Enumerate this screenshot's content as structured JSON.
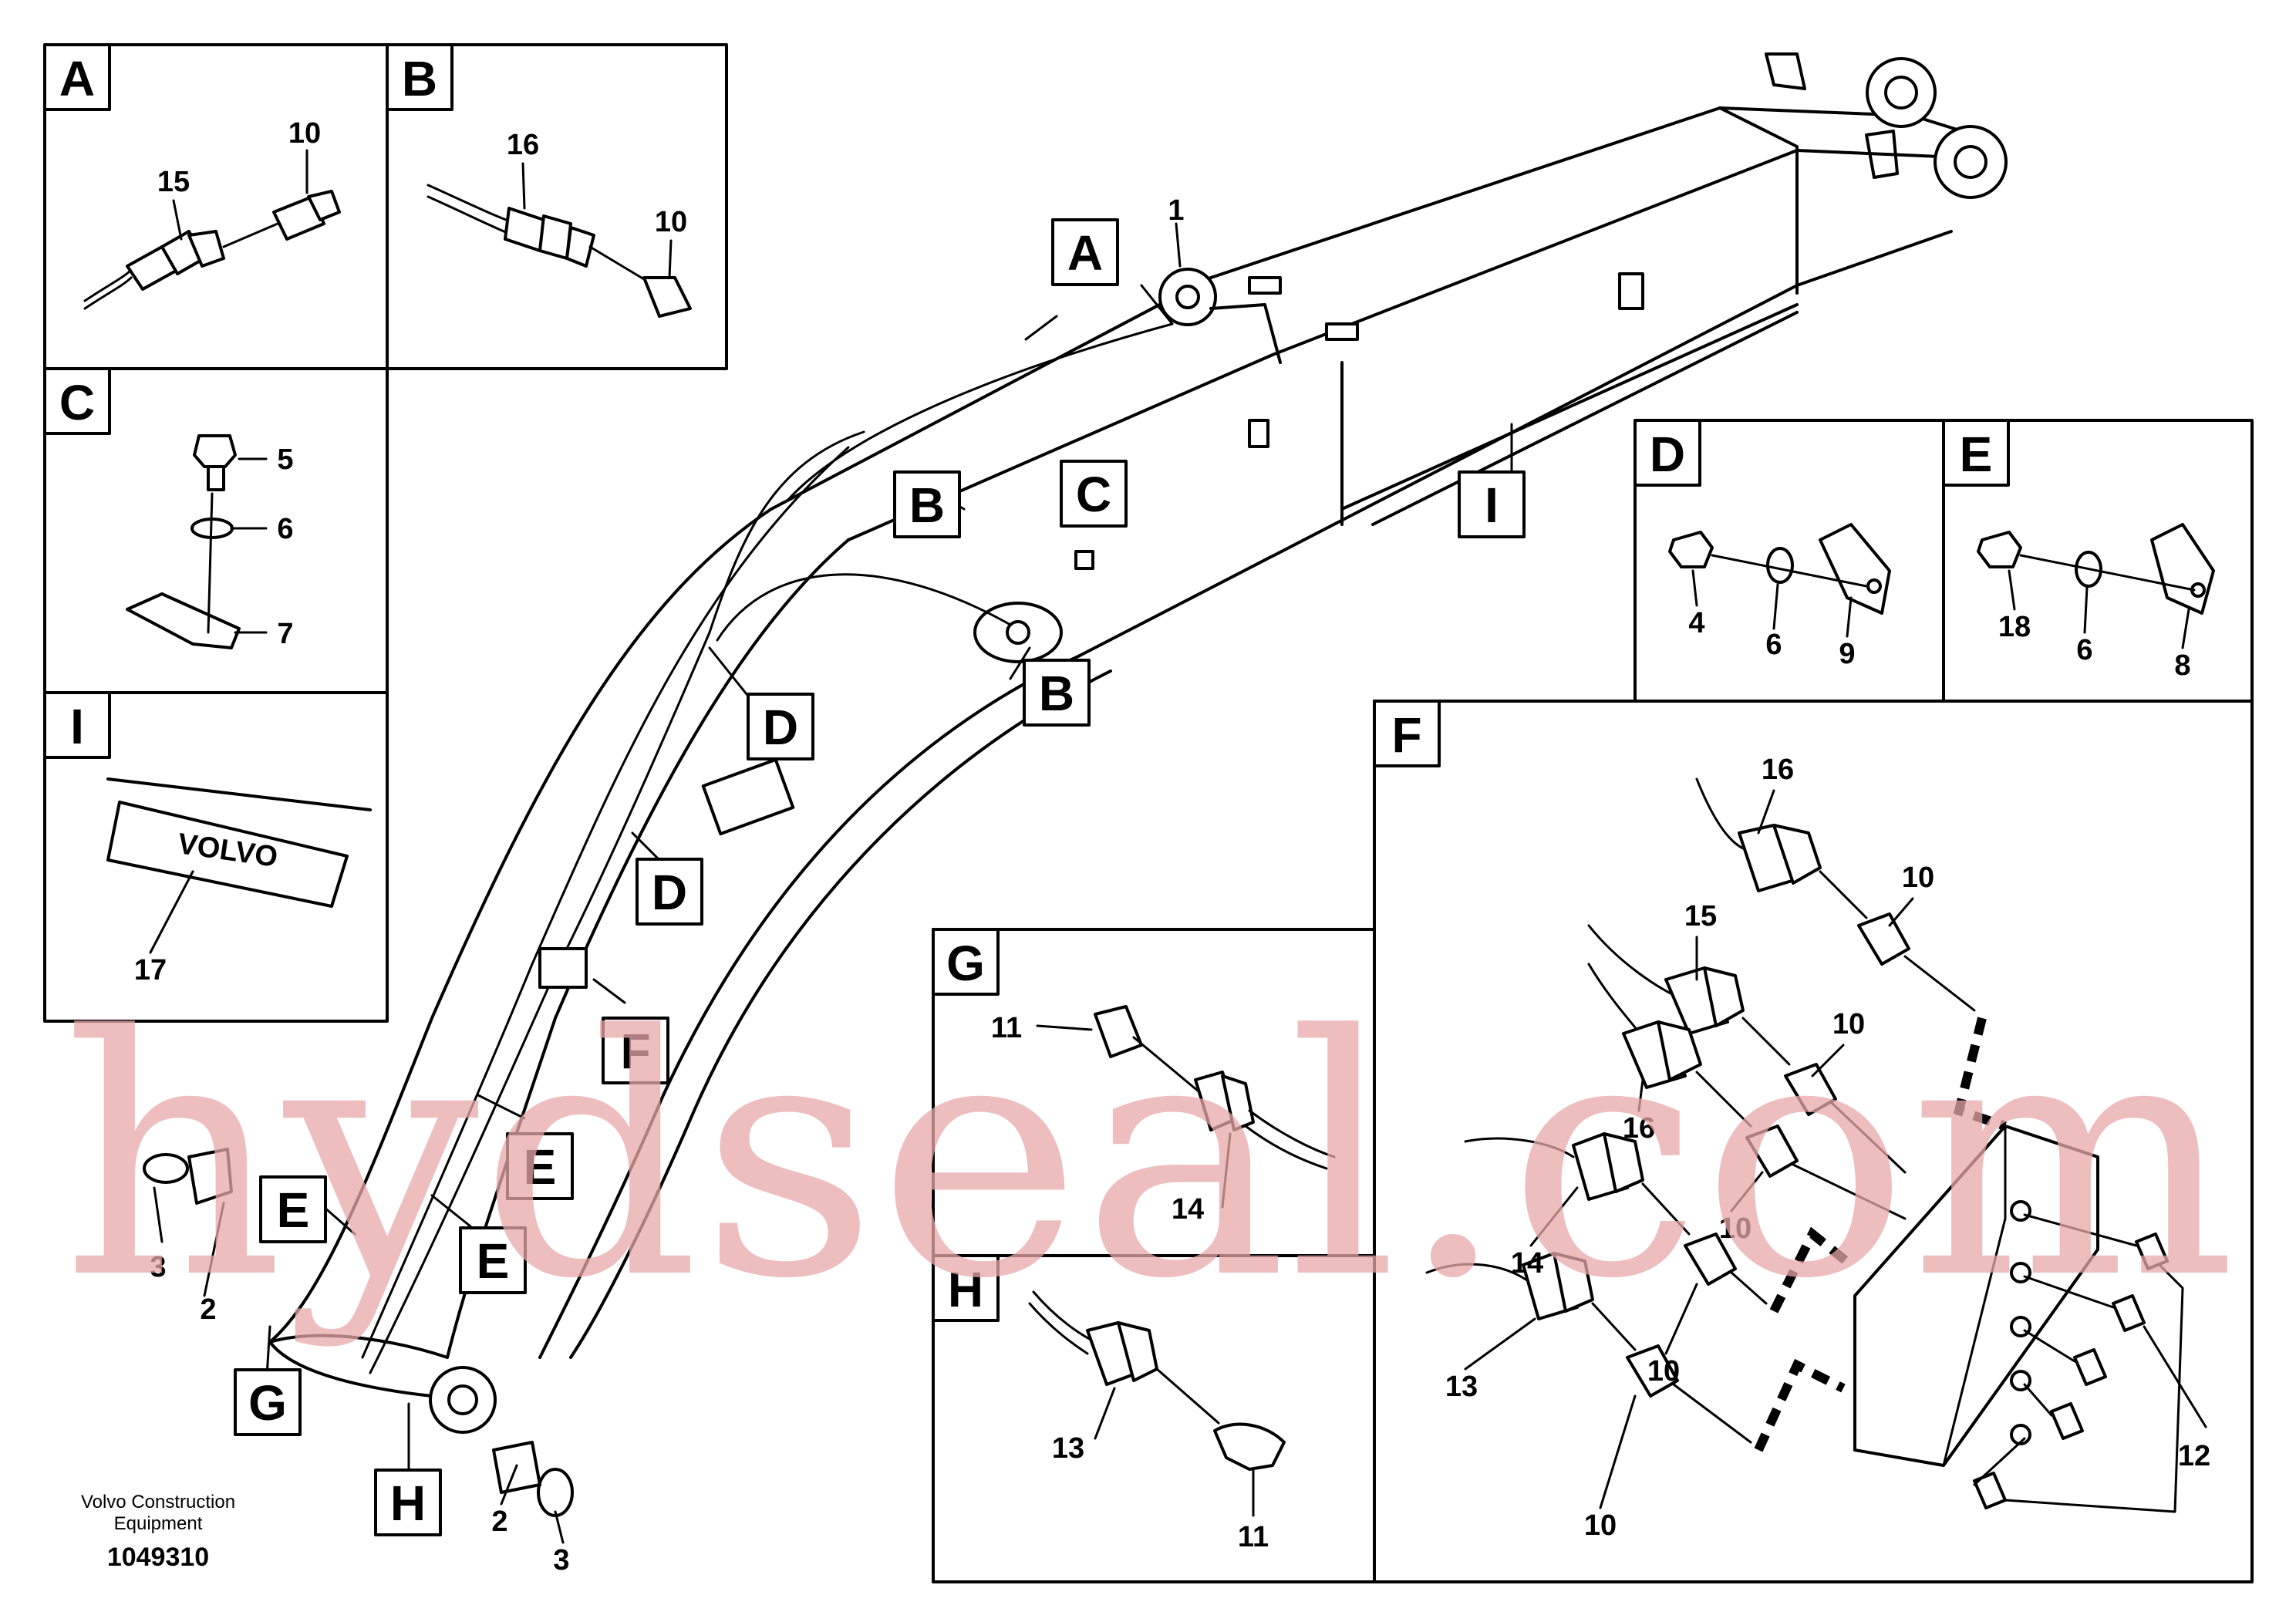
{
  "panels": {
    "A": {
      "letter": "A",
      "callouts": [
        "15",
        "10"
      ]
    },
    "B": {
      "letter": "B",
      "callouts": [
        "16",
        "10"
      ]
    },
    "C": {
      "letter": "C",
      "callouts": [
        "5",
        "6",
        "7"
      ]
    },
    "I": {
      "letter": "I",
      "callouts": [
        "17"
      ],
      "logo_text": "VOLVO"
    },
    "D": {
      "letter": "D",
      "callouts": [
        "4",
        "6",
        "9"
      ]
    },
    "E": {
      "letter": "E",
      "callouts": [
        "18",
        "6",
        "8"
      ]
    },
    "F": {
      "letter": "F",
      "callouts": [
        "16",
        "10",
        "15",
        "10",
        "16",
        "10",
        "14",
        "10",
        "13",
        "10",
        "12"
      ]
    },
    "G": {
      "letter": "G",
      "callouts": [
        "11",
        "14"
      ]
    },
    "H": {
      "letter": "H",
      "callouts": [
        "13",
        "11"
      ]
    }
  },
  "main": {
    "callouts": [
      "1",
      "3",
      "2",
      "2",
      "3"
    ],
    "tags": [
      "A",
      "C",
      "I",
      "B",
      "B",
      "D",
      "D",
      "F",
      "E",
      "E",
      "E",
      "G",
      "H"
    ]
  },
  "footer": {
    "company_line1": "Volvo Construction",
    "company_line2": "Equipment",
    "doc_number": "1049310"
  },
  "watermark": "hydseal.com"
}
